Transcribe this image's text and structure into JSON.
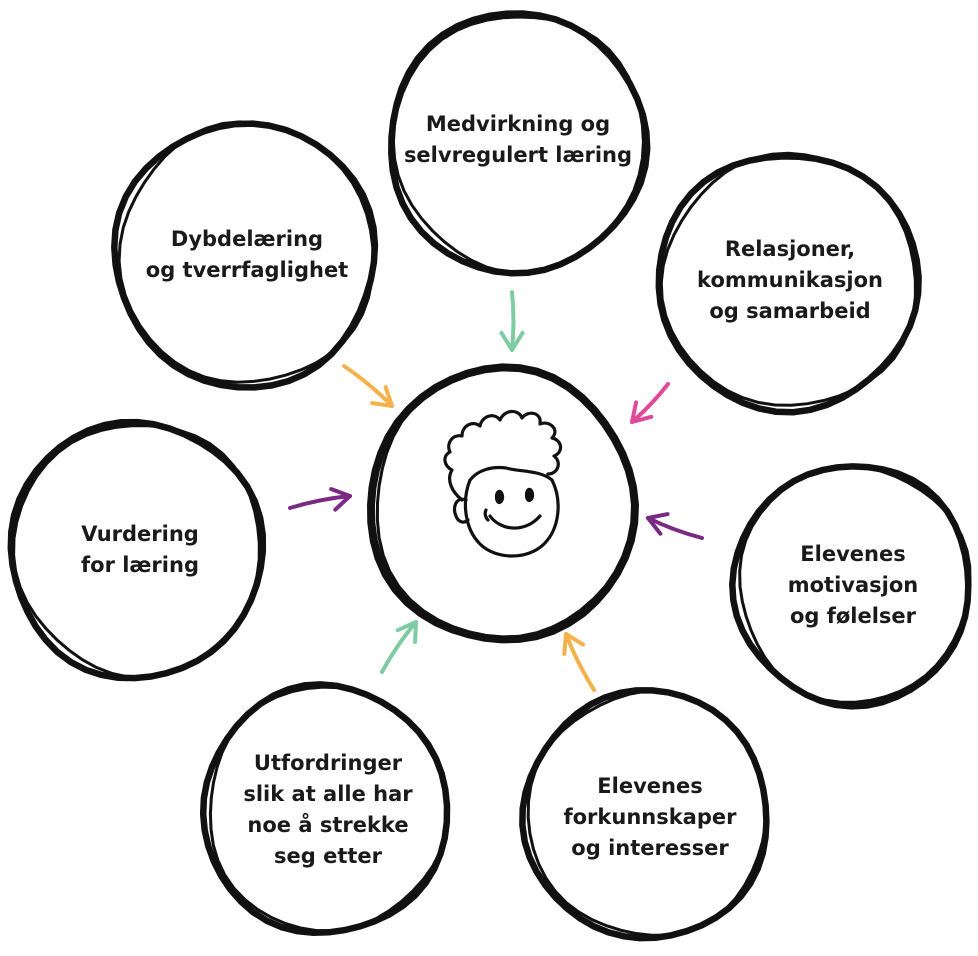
{
  "nodes": [
    {
      "id": "medvirkning",
      "lines": [
        "Medvirkning og",
        "selvregulert læring"
      ],
      "arrow_color": "#7fcba3"
    },
    {
      "id": "relasjoner",
      "lines": [
        "Relasjoner,",
        "kommunikasjon",
        "og samarbeid"
      ],
      "arrow_color": "#e0489a"
    },
    {
      "id": "motivasjon",
      "lines": [
        "Elevenes",
        "motivasjon",
        "og følelser"
      ],
      "arrow_color": "#7a2a83"
    },
    {
      "id": "forkunnskaper",
      "lines": [
        "Elevenes",
        "forkunnskaper",
        "og interesser"
      ],
      "arrow_color": "#f5b14a"
    },
    {
      "id": "utfordringer",
      "lines": [
        "Utfordringer",
        "slik at alle har",
        "noe å strekke",
        "seg etter"
      ],
      "arrow_color": "#7fcba3"
    },
    {
      "id": "vurdering",
      "lines": [
        "Vurdering",
        "for læring"
      ],
      "arrow_color": "#7a2a83"
    },
    {
      "id": "dybdelaering",
      "lines": [
        "Dybdelæring",
        "og tverrfaglighet"
      ],
      "arrow_color": "#f5b14a"
    }
  ],
  "center": {
    "icon": "child-face-icon"
  },
  "colors": {
    "ink": "#111111",
    "mint": "#7fcba3",
    "pink": "#e0489a",
    "purple": "#7a2a83",
    "orange": "#f5b14a"
  }
}
